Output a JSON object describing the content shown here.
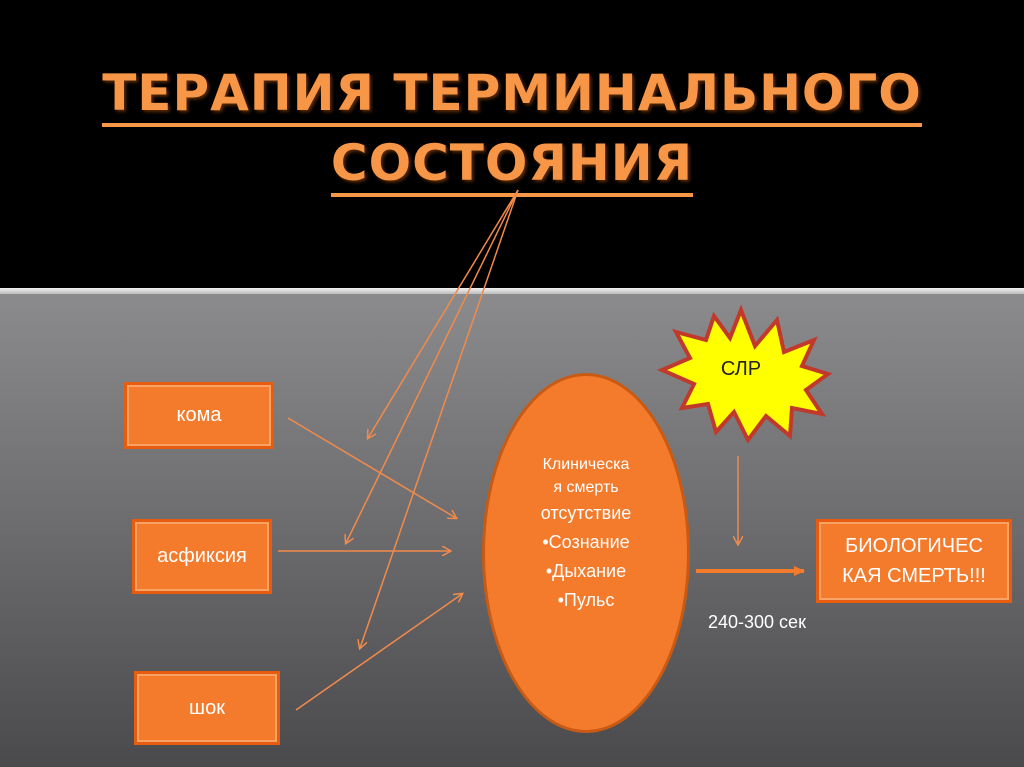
{
  "title": {
    "line1": "ТЕРАПИЯ ТЕРМИНАЛЬНОГО",
    "line2": "СОСТОЯНИЯ"
  },
  "states": {
    "coma": "кома",
    "asphyxia": "асфиксия",
    "shock": "шок"
  },
  "clinical": {
    "line1": "Клиническа",
    "line2": "я смерть",
    "line3": "отсутствие",
    "line4": "•Сознание",
    "line5": "•Дыхание",
    "line6": "•Пульс"
  },
  "cpr": "СЛР",
  "biological": {
    "line1": "БИОЛОГИЧЕС",
    "line2": "КАЯ СМЕРТЬ!!!"
  },
  "duration": "240-300 сек",
  "colors": {
    "accent": "#f79646",
    "box_fill": "#f47b2c",
    "star_fill": "#ffff00",
    "star_border": "#c0392b",
    "arrow": "#f28a4a"
  }
}
